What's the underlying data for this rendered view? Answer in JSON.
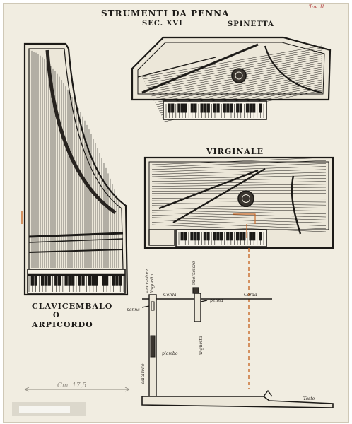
{
  "sheet": {
    "title": "STRUMENTI DA PENNA",
    "subtitle": "SEC. XVI",
    "plate_number": "Tav. II",
    "scale_note": "Cm. 17,5"
  },
  "instruments": {
    "spinetta": "SPINETTA",
    "virginale": "VIRGINALE",
    "clavicembalo_line1": "CLAVICEMBALO",
    "clavicembalo_line2": "O",
    "clavicembalo_line3": "ARPICORDO"
  },
  "mechanism": {
    "corda_left": "Corda",
    "corda_right": "Corda",
    "penna_left": "penna",
    "penna_right": "penna",
    "linguetta_top": "linguetta",
    "linguetta_right": "linguetta",
    "smorzatore_left": "smorzatore",
    "smorzatore_right": "smorzatore",
    "piombo": "piombo",
    "saltarello": "saltarello",
    "tasto": "Tasto"
  },
  "colors": {
    "ink": "#1c1a17",
    "paper": "#f1ede1",
    "annotation_red": "#b03a3a",
    "construction_orange": "#c96a2a"
  }
}
